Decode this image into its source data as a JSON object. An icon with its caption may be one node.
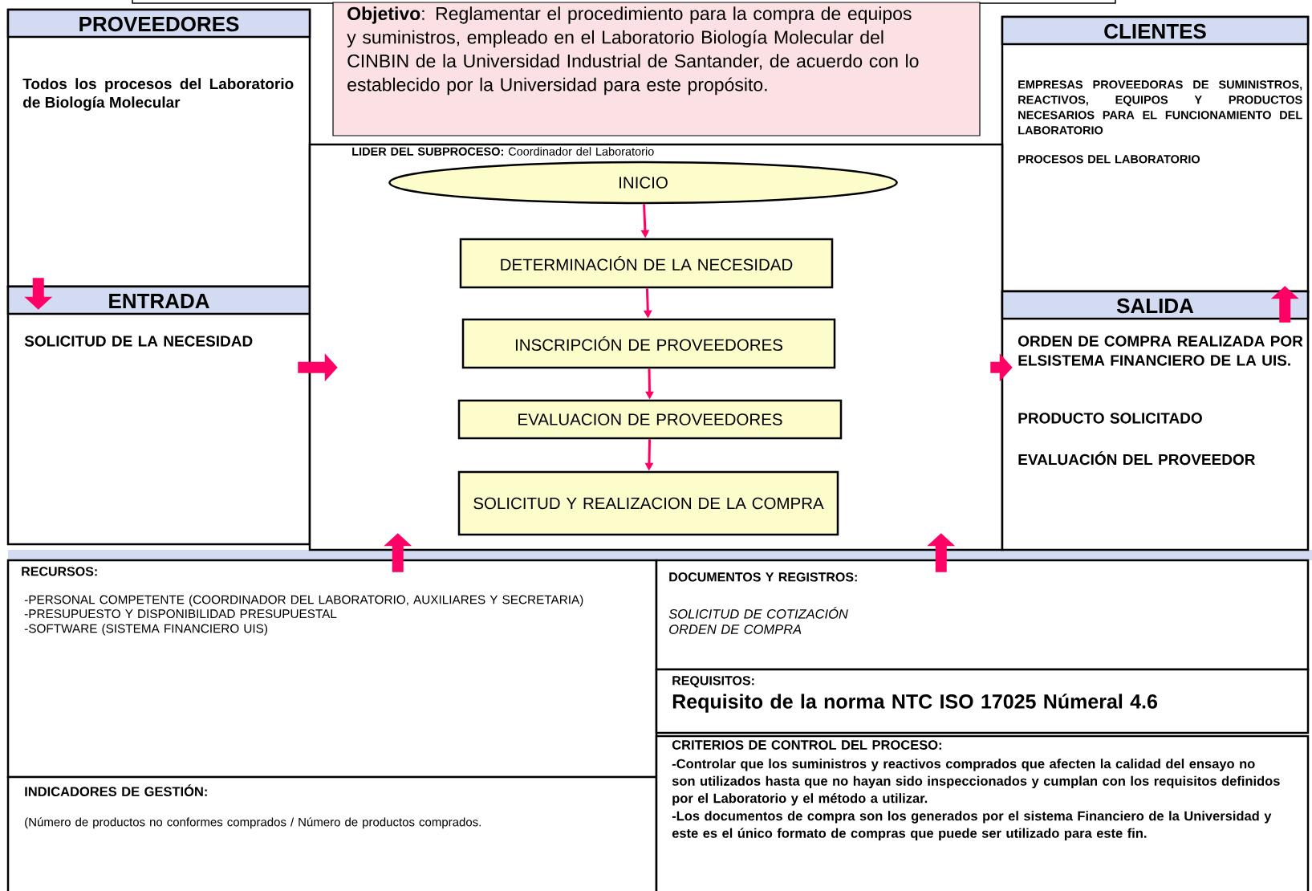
{
  "diagram": {
    "nodes": [
      {
        "text": [
          "PROVEEDORES",
          "Todos los procesos del Laboratorio de Biología Molecular"
        ]
      },
      {
        "text": [
          "**Objetivo**: Reglamentar el procedimiento para la compra de equipos y suministros, empleado en el Laboratorio Biología Molecular del CINBIN de la Universidad Industrial de Santander, de acuerdo con lo establecido por la Universidad para este propósito."
        ]
      },
      {
        "text": [
          "ENTRADA",
          "SOLICITUD DE LA NECESIDAD"
        ]
      },
      {
        "text": [
          "CLIENTES",
          "EMPRESAS PROVEEDORAS DE SUMINISTROS, REACTIVOS, EQUIPOS Y PRODUCTOS NECESARIOS PARA EL FUNCIONAMIENTO DEL LABORATORIO",
          "PROCESOS DEL LABORATORIO"
        ]
      },
      {
        "text": [
          "**LIDER DEL SUBPROCESO:** Coordinador del Laboratorio"
        ]
      },
      {
        "text": [
          "INICIO"
        ],
        "in": 4
      },
      {
        "text": [
          "DETERMINACIÓN DE LA NECESIDAD"
        ],
        "in": 4
      },
      {
        "text": [
          "INSCRIPCIÓN DE PROVEEDORES"
        ],
        "in": 4
      },
      {
        "text": [
          "EVALUACION DE PROVEEDORES"
        ],
        "in": 4
      },
      {
        "text": [
          "SOLICITUD Y REALIZACION DE LA COMPRA"
        ],
        "in": 4
      },
      {
        "text": [
          "SALIDA",
          "ORDEN DE COMPRA REALIZADA POR ELSISTEMA FINANCIERO DE LA UIS.",
          "PRODUCTO SOLICITADO",
          "EVALUACIÓN DEL PROVEEDOR"
        ]
      },
      {
        "text": [
          "RECURSOS:",
          "-PERSONAL COMPETENTE (COORDINADOR DEL LABORATORIO, AUXILIARES Y SECRETARIA)",
          "-PRESUPUESTO Y DISPONIBILIDAD PRESUPUESTAL",
          "-SOFTWARE (SISTEMA FINANCIERO UIS)"
        ]
      },
      {
        "text": [
          "DOCUMENTOS Y REGISTROS:",
          "SOLICITUD DE COTIZACIÓN",
          "ORDEN DE COMPRA"
        ]
      },
      {
        "text": [
          "REQUISITOS:",
          "Requisito de la norma NTC ISO 17025 Númeral 4.6"
        ]
      },
      {
        "text": [
          "INDICADORES DE GESTIÓN:",
          "(Número de productos no conformes comprados / Número de productos comprados."
        ]
      },
      {
        "text": [
          "CRITERIOS DE CONTROL DEL PROCESO:",
          "-Controlar que los suministros y reactivos comprados que afecten la calidad del ensayo no son utilizados hasta que no hayan sido inspeccionados y cumplan con los requisitos definidos por el Laboratorio y el método a utilizar.",
          "-Los documentos de compra son los generados por el sistema Financiero de la Universidad y este es el único formato de compras que puede ser utilizado para este fin."
        ]
      }
    ],
    "edges": [
      {
        "from": 5,
        "to": 6,
        "arrow": "to"
      },
      {
        "from": 6,
        "to": 7,
        "arrow": "to"
      },
      {
        "from": 7,
        "to": 8,
        "arrow": "to"
      },
      {
        "from": 8,
        "to": 9,
        "arrow": "to"
      },
      {
        "from": 0,
        "to": 2,
        "arrow": "to"
      },
      {
        "from": 2,
        "to": 4,
        "arrow": "to"
      },
      {
        "from": 4,
        "to": 10,
        "arrow": "to"
      },
      {
        "from": 10,
        "to": 3,
        "arrow": "to"
      },
      {
        "from": 11,
        "to": 4,
        "arrow": "to"
      },
      {
        "from": 12,
        "to": 4,
        "arrow": "to"
      }
    ]
  }
}
